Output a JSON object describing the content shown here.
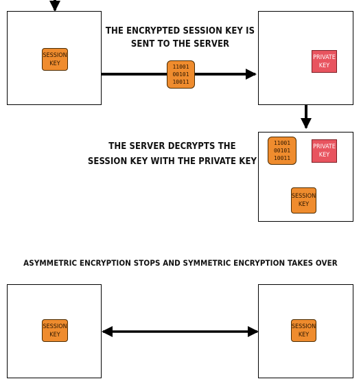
{
  "captions": {
    "step1_line1": "THE ENCRYPTED SESSION KEY IS",
    "step1_line2": "SENT TO THE SERVER",
    "step2_line1": "THE SERVER DECRYPTS THE",
    "step2_line2": "SESSION KEY WITH THE PRIVATE KEY",
    "step3": "ASYMMETRIC ENCRYPTION STOPS AND SYMMETRIC ENCRYPTION TAKES OVER"
  },
  "keys": {
    "session_key": "SESSION\nKEY",
    "private_key": "PRIVATE\nKEY",
    "encrypted_bits": "11001\n00101\n10011"
  },
  "colors": {
    "session_key": "#ef8c2e",
    "private_key": "#e8545f",
    "stroke": "#000000"
  }
}
